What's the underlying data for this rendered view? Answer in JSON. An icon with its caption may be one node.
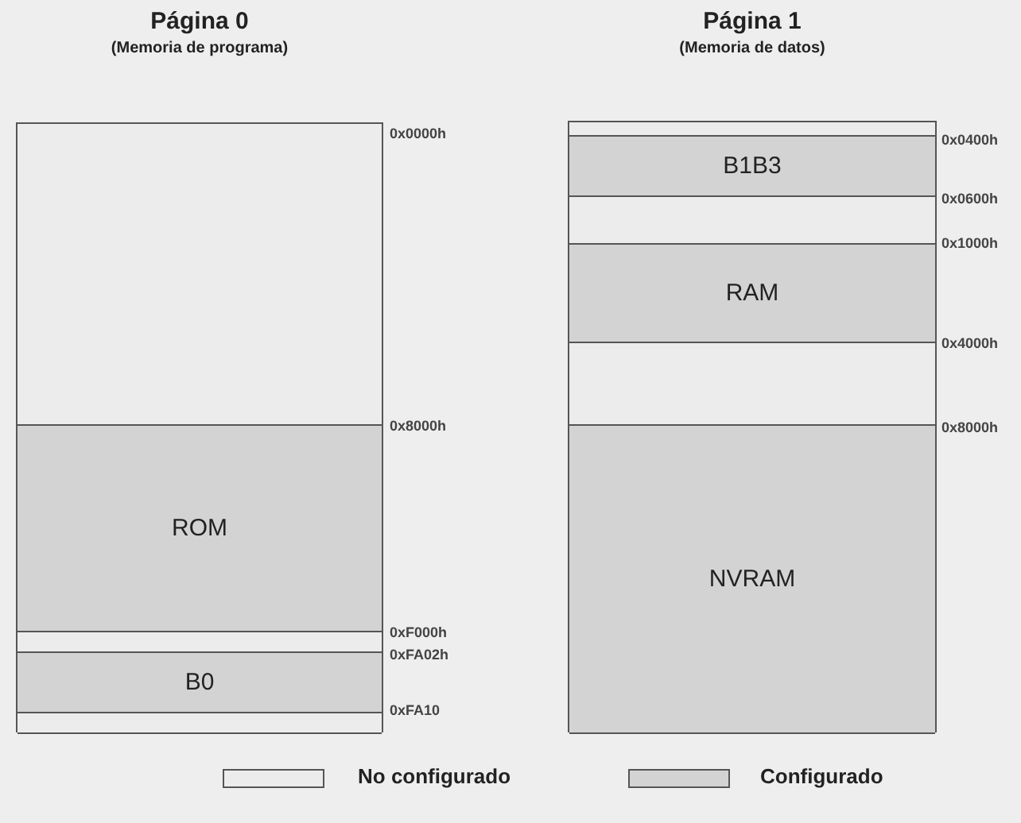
{
  "diagram": {
    "nodes": [
      {
        "text": [
          "Página 0",
          "(Memoria de programa)"
        ]
      },
      {
        "text": [],
        "shape": "box",
        "in": 0
      },
      {
        "text": [
          "ROM"
        ],
        "in": 0
      },
      {
        "text": [],
        "shape": "box",
        "in": 0
      },
      {
        "text": [
          "B0"
        ],
        "in": 0
      },
      {
        "text": [],
        "shape": "box",
        "in": 0
      },
      {
        "text": [
          "Página 1",
          "(Memoria de datos)"
        ]
      },
      {
        "text": [],
        "shape": "box",
        "in": 6
      },
      {
        "text": [
          "B1B3"
        ],
        "in": 6
      },
      {
        "text": [],
        "shape": "box",
        "in": 6
      },
      {
        "text": [
          "RAM"
        ],
        "in": 6
      },
      {
        "text": [],
        "shape": "box",
        "in": 6
      },
      {
        "text": [
          "NVRAM"
        ],
        "in": 6
      }
    ],
    "edges": [],
    "labels": [
      "0x0000h",
      "0x0400h",
      "0x0600h",
      "0x1000h",
      "0x4000h",
      "0x8000h",
      "0x8000h",
      "0xF000h",
      "0xFA02h",
      "0xFA10"
    ],
    "legend": [
      {
        "text": "No configurado",
        "color": "#ececec"
      },
      {
        "text": "Configurado",
        "color": "#d3d3d3"
      }
    ]
  }
}
